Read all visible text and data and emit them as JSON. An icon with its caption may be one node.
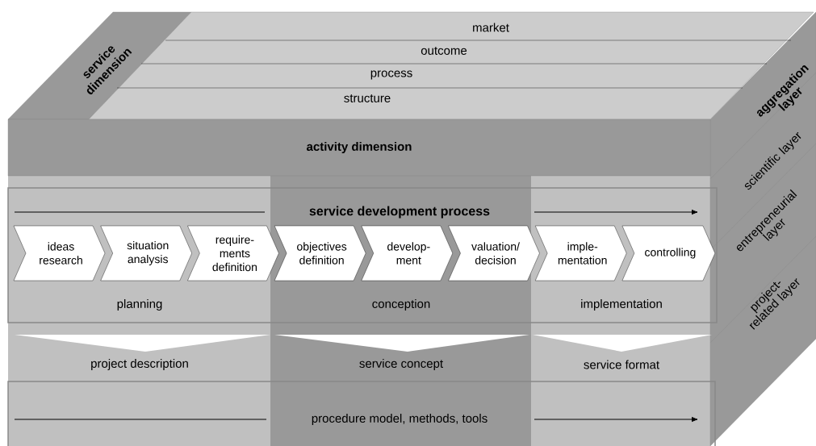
{
  "diagram": {
    "nodes": [
      {
        "text": [
          "service dimension"
        ]
      },
      {
        "text": [
          "aggregation layer",
          "scientific layer",
          "entrepreneurial layer",
          "project-related layer"
        ]
      },
      {
        "text": [
          "market",
          "outcome",
          "process",
          "structure"
        ]
      },
      {
        "text": [
          "activity dimension"
        ]
      },
      {
        "text": [
          "service development process",
          "planning",
          "conception",
          "implementation"
        ]
      },
      {
        "text": [
          "ideas research"
        ],
        "in": 4
      },
      {
        "text": [
          "situation analysis"
        ],
        "in": 4
      },
      {
        "text": [
          "require- ments definition"
        ],
        "in": 4
      },
      {
        "text": [
          "objectives definition"
        ],
        "in": 4
      },
      {
        "text": [
          "develop- ment"
        ],
        "in": 4
      },
      {
        "text": [
          "valuation/ decision"
        ],
        "in": 4
      },
      {
        "text": [
          "imple- mentation"
        ],
        "in": 4
      },
      {
        "text": [
          "controlling"
        ],
        "in": 4
      },
      {
        "text": [
          "procedure model, methods, tools"
        ]
      },
      {
        "text": [
          "project description"
        ]
      },
      {
        "text": [
          "service concept"
        ]
      },
      {
        "text": [
          "service format"
        ]
      }
    ]
  }
}
